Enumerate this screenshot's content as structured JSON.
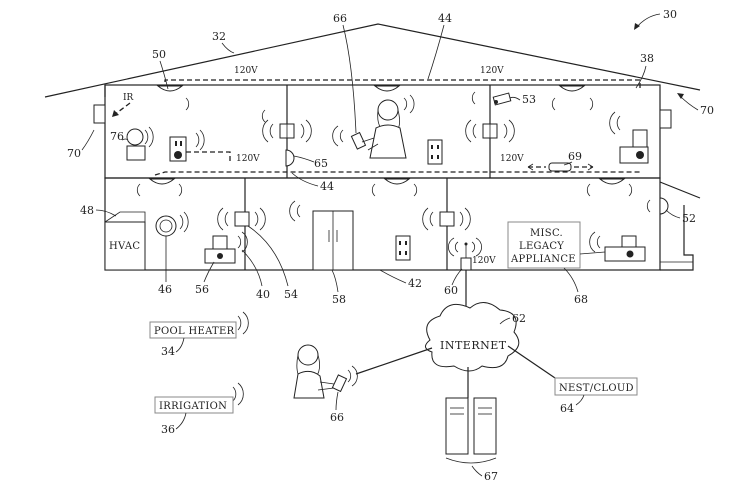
{
  "labels": {
    "house": "30",
    "roof": "32",
    "pool_heater_ref": "34",
    "irrigation_ref": "36",
    "upper_right_room": "38",
    "lower_left_room": "40",
    "floor": "42",
    "wiring_lower": "44",
    "wiring_upper": "44",
    "hvac_ref": "48",
    "thermostat": "46",
    "hazard_upper": "50",
    "hazard_ext": "52",
    "camera": "53",
    "sensor_lower": "54",
    "outlet_lower": "56",
    "fridge": "58",
    "router": "60",
    "cloud": "62",
    "nest_ref": "64",
    "motion": "65",
    "phone_upper": "66",
    "phone_lower": "66",
    "servers": "67",
    "legacy_ref": "68",
    "smart_plug": "69",
    "light_left": "70",
    "light_right": "70",
    "thermostat_upper": "76"
  },
  "text": {
    "v120_top_left": "120V",
    "v120_top_right": "120V",
    "v120_mid_left": "120V",
    "v120_mid_right": "120V",
    "v120_router": "120V",
    "ir": "IR",
    "hvac": "HVAC",
    "legacy_line1": "MISC.",
    "legacy_line2": "LEGACY",
    "legacy_line3": "APPLIANCE",
    "internet": "INTERNET",
    "pool_heater": "POOL HEATER",
    "irrigation": "IRRIGATION",
    "nest_cloud": "NEST/CLOUD"
  }
}
